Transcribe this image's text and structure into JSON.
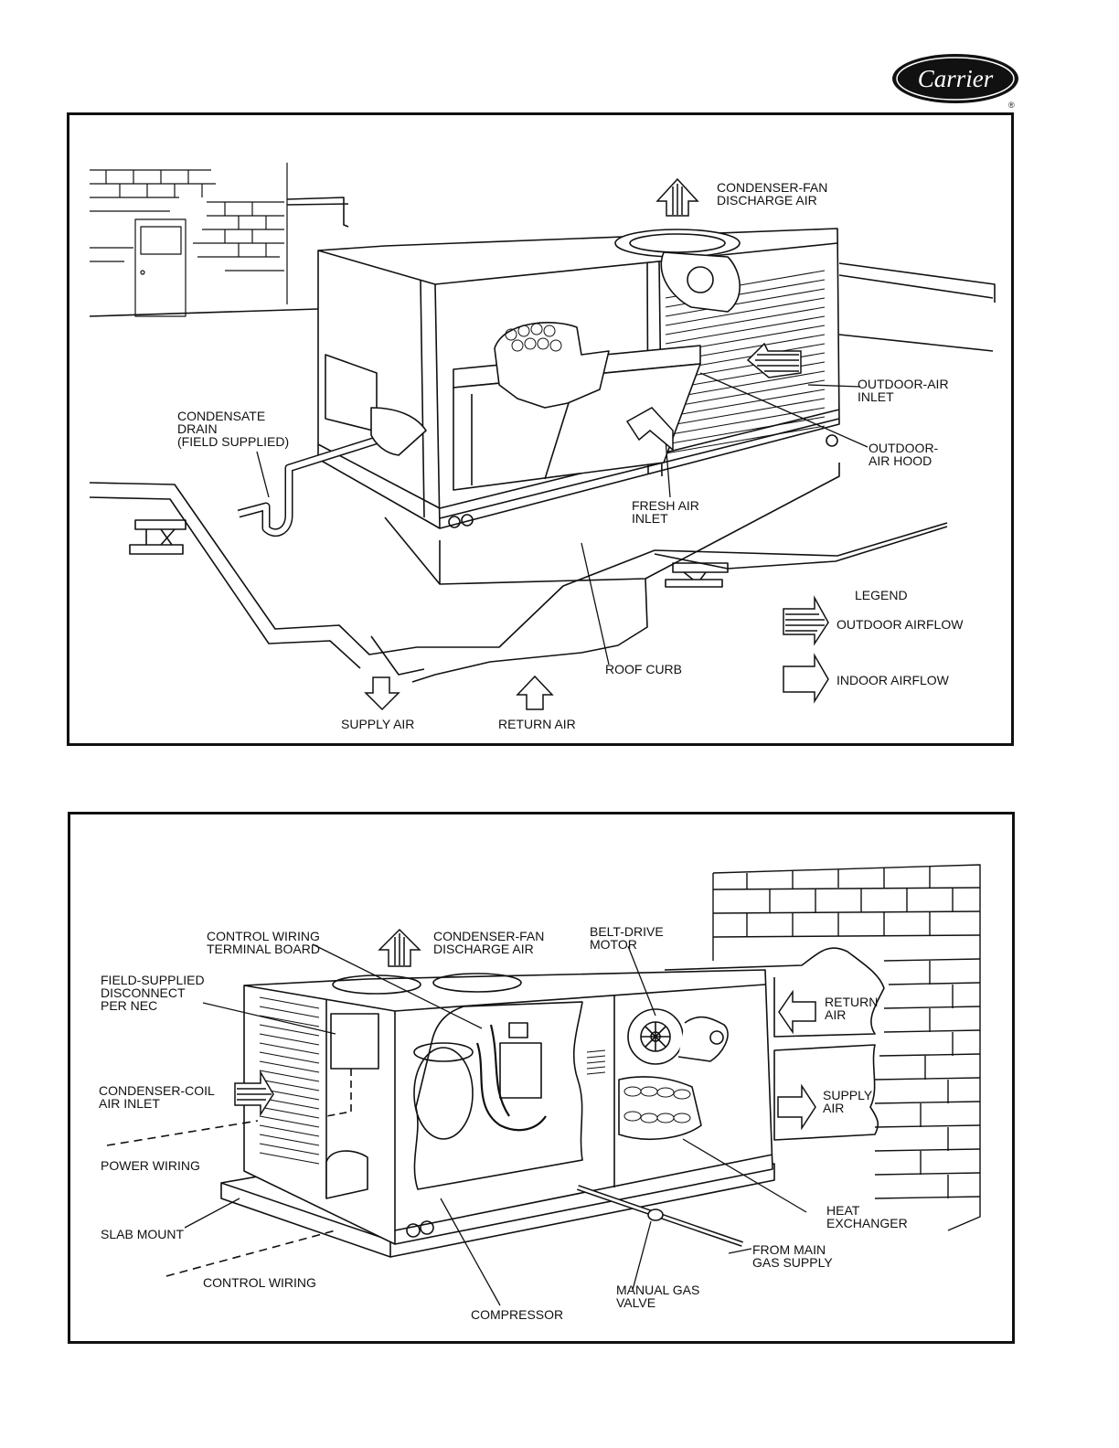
{
  "logo": {
    "text": "Carrier",
    "mark": "®"
  },
  "top_diagram": {
    "labels": {
      "condenser_fan_discharge": "CONDENSER-FAN\nDISCHARGE AIR",
      "outdoor_air_inlet": "OUTDOOR-AIR\nINLET",
      "condensate_drain": "CONDENSATE\nDRAIN\n(FIELD SUPPLIED)",
      "outdoor_air_hood": "OUTDOOR-\nAIR HOOD",
      "fresh_air_inlet": "FRESH AIR\nINLET",
      "legend_title": "LEGEND",
      "outdoor_airflow": "OUTDOOR AIRFLOW",
      "indoor_airflow": "INDOOR AIRFLOW",
      "roof_curb": "ROOF CURB",
      "supply_air": "SUPPLY AIR",
      "return_air": "RETURN AIR"
    }
  },
  "bottom_diagram": {
    "labels": {
      "control_wiring_terminal_board": "CONTROL WIRING\nTERMINAL BOARD",
      "condenser_fan_discharge": "CONDENSER-FAN\nDISCHARGE AIR",
      "belt_drive_motor": "BELT-DRIVE\nMOTOR",
      "field_supplied_disconnect": "FIELD-SUPPLIED\nDISCONNECT\nPER NEC",
      "return_air": "RETURN\nAIR",
      "condenser_coil_air_inlet": "CONDENSER-COIL\nAIR INLET",
      "supply_air": "SUPPLY\nAIR",
      "power_wiring": "POWER WIRING",
      "heat_exchanger": "HEAT\nEXCHANGER",
      "slab_mount": "SLAB MOUNT",
      "from_main_gas_supply": "FROM MAIN\nGAS SUPPLY",
      "control_wiring": "CONTROL WIRING",
      "manual_gas_valve": "MANUAL GAS\nVALVE",
      "compressor": "COMPRESSOR"
    }
  }
}
